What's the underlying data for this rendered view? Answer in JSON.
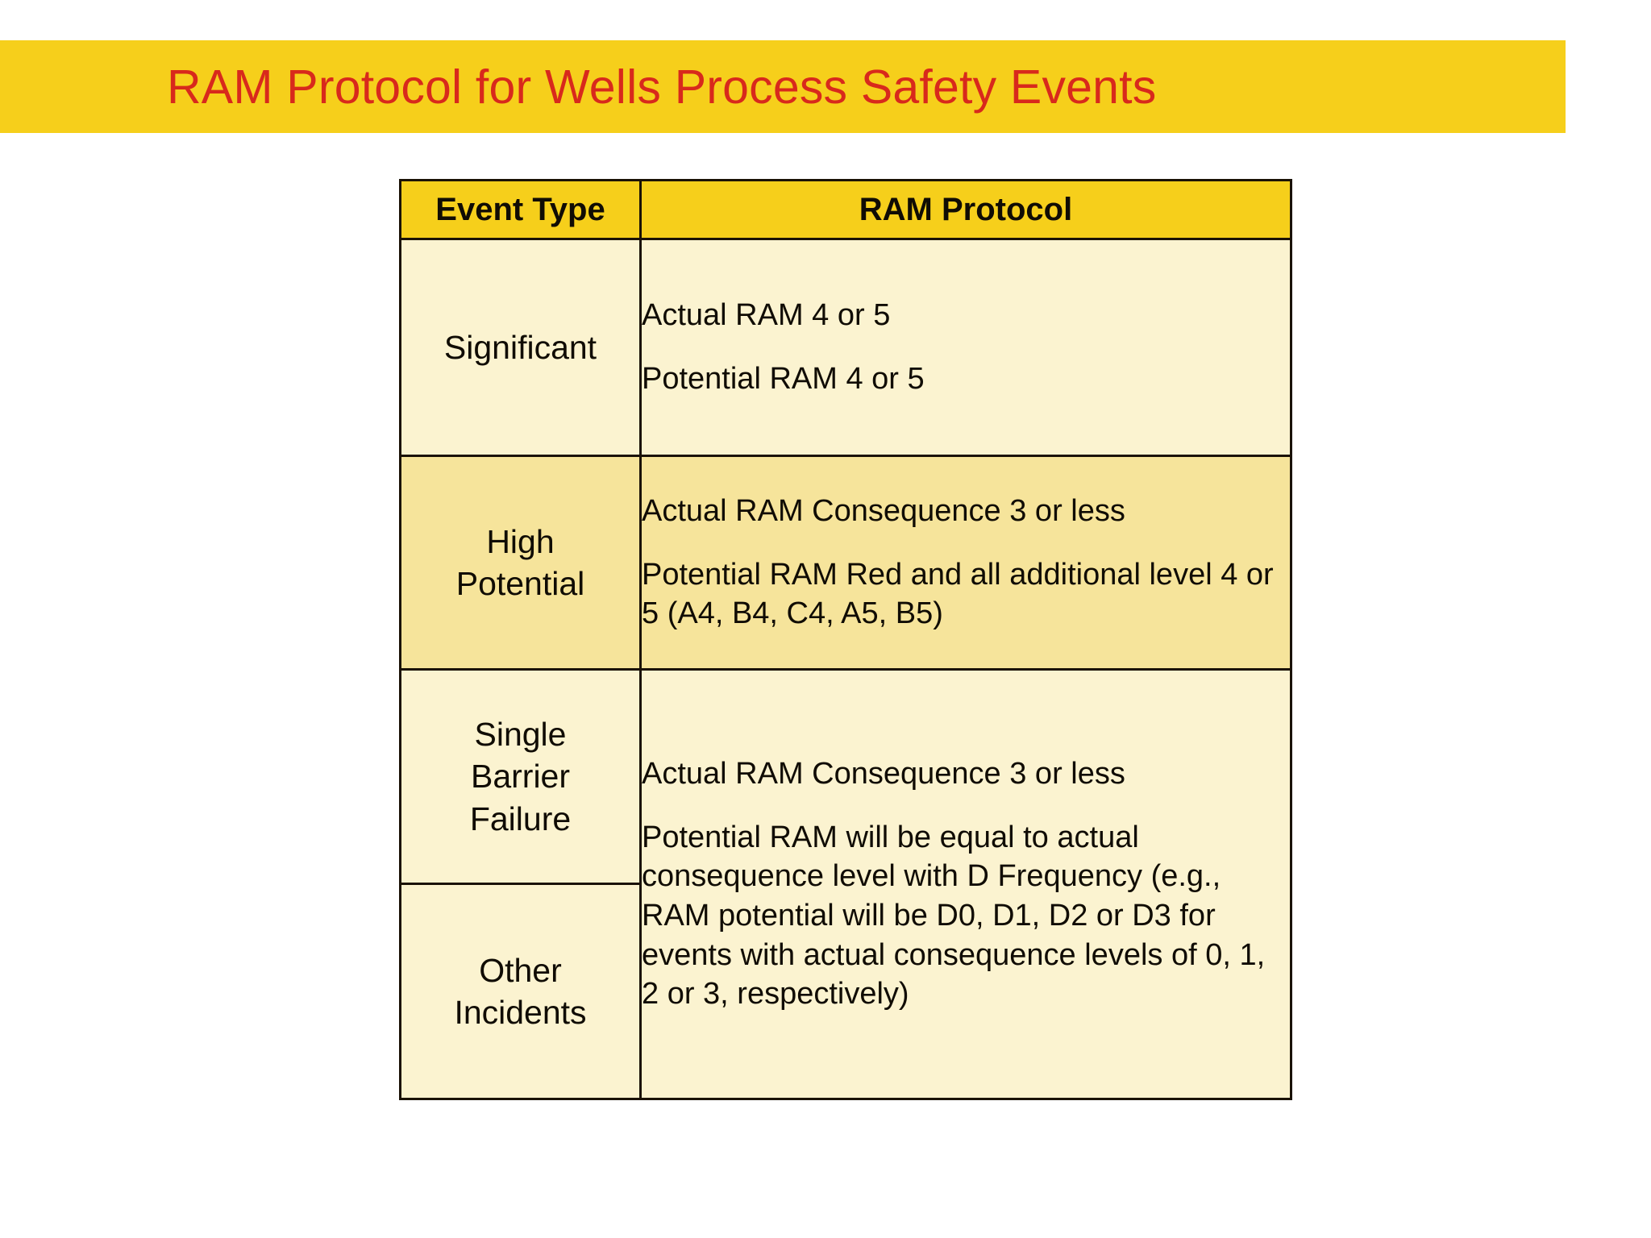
{
  "title": {
    "text": "RAM Protocol for Wells Process Safety Events",
    "background_color": "#F6CF1B",
    "text_color": "#D8291C"
  },
  "table": {
    "headers": {
      "event_type": "Event Type",
      "ram_protocol": "RAM Protocol"
    },
    "header_background": "#F6CF1B",
    "rows": [
      {
        "event_type": "Significant",
        "tint": "#FBF3D0",
        "protocol_lines": [
          "Actual RAM 4 or 5",
          "Potential RAM 4 or 5"
        ]
      },
      {
        "event_type": "High\nPotential",
        "tint": "#F6E49B",
        "protocol_lines": [
          "Actual RAM Consequence 3 or less",
          "Potential RAM Red and all additional level 4 or 5 (A4, B4, C4, A5, B5)"
        ]
      },
      {
        "event_type": "Single\nBarrier\nFailure",
        "tint": "#FBF3D0",
        "protocol_lines": [
          "Actual RAM Consequence 3 or less",
          "Potential RAM will be equal to actual consequence level with D Frequency (e.g., RAM potential will be D0, D1, D2 or D3 for   events with actual consequence levels of 0, 1, 2 or 3, respectively)"
        ]
      },
      {
        "event_type": "Other\nIncidents",
        "tint": "#FBF3D0",
        "protocol_lines": []
      }
    ]
  }
}
